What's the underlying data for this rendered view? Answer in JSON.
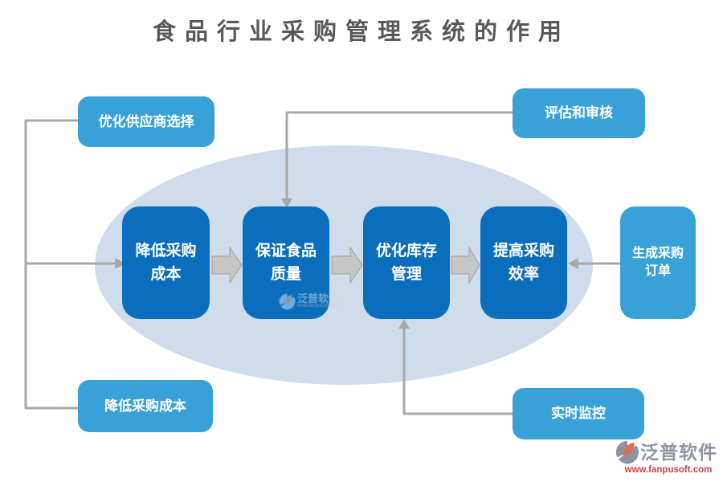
{
  "title": "食品行业采购管理系统的作用",
  "diagram": {
    "center_flow": [
      {
        "label": "降低采购\n成本"
      },
      {
        "label": "保证食品\n质量"
      },
      {
        "label": "优化库存\n管理"
      },
      {
        "label": "提高采购\n效率"
      }
    ],
    "satellites": {
      "top_left": {
        "label": "优化供应商选择"
      },
      "top_right": {
        "label": "评估和审核"
      },
      "right": {
        "label": "生成采购\n订单"
      },
      "bottom_left": {
        "label": "降低采购成本"
      },
      "bottom_right": {
        "label": "实时监控"
      }
    }
  },
  "watermark": {
    "brand": "泛普软件",
    "url": "www.fanpusoft.com"
  },
  "colors": {
    "center_box": "#0a6ebd",
    "satellite_box": "#38a2d8",
    "ellipse": "#cfdcec",
    "connector": "#a8a8a8",
    "block_arrow_fill": "#c6c6c6",
    "title_text": "#595959",
    "watermark_brand": "#8e93a4",
    "watermark_url": "#cc4444",
    "logo_orange": "#dd6b4d"
  }
}
